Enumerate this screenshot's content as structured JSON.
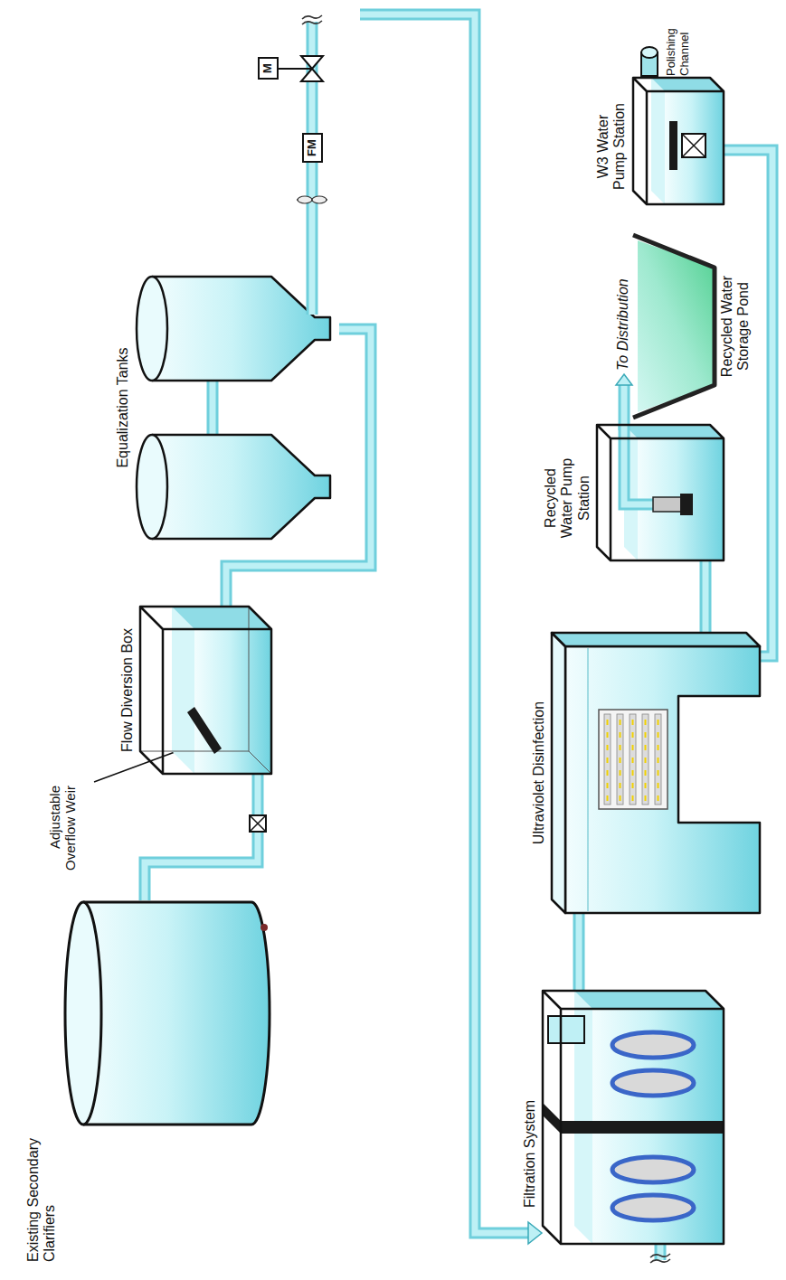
{
  "diagram": {
    "nodes": [
      {
        "text": [
          "Existing Secondary Clarifiers"
        ]
      },
      {
        "text": [
          "Flow Diversion Box"
        ]
      },
      {
        "text": [
          "Equalization Tanks"
        ]
      },
      {
        "text": [
          "FM"
        ]
      },
      {
        "text": [
          "M"
        ]
      },
      {
        "text": [
          "Filtration System"
        ]
      },
      {
        "text": [
          "Ultraviolet Disinfection"
        ]
      },
      {
        "text": [
          "Recycled Water Pump Station"
        ]
      },
      {
        "text": [
          "Recycled Water Storage Pond"
        ]
      },
      {
        "text": [
          "W3 Water Pump Station"
        ]
      },
      {
        "text": [
          "Polishing Channel"
        ]
      }
    ],
    "edges": [
      {
        "from": 0,
        "to": 1,
        "arrow": "none"
      },
      {
        "from": 1,
        "to": 2,
        "arrow": "none"
      },
      {
        "from": 2,
        "to": 3,
        "arrow": "none"
      },
      {
        "from": 5,
        "to": 6,
        "arrow": "none"
      },
      {
        "from": 6,
        "to": 7,
        "arrow": "none"
      },
      {
        "from": 6,
        "to": 9,
        "arrow": "none"
      }
    ],
    "labels": [
      "Adjustable Overflow Weir",
      "To Distribution"
    ]
  }
}
